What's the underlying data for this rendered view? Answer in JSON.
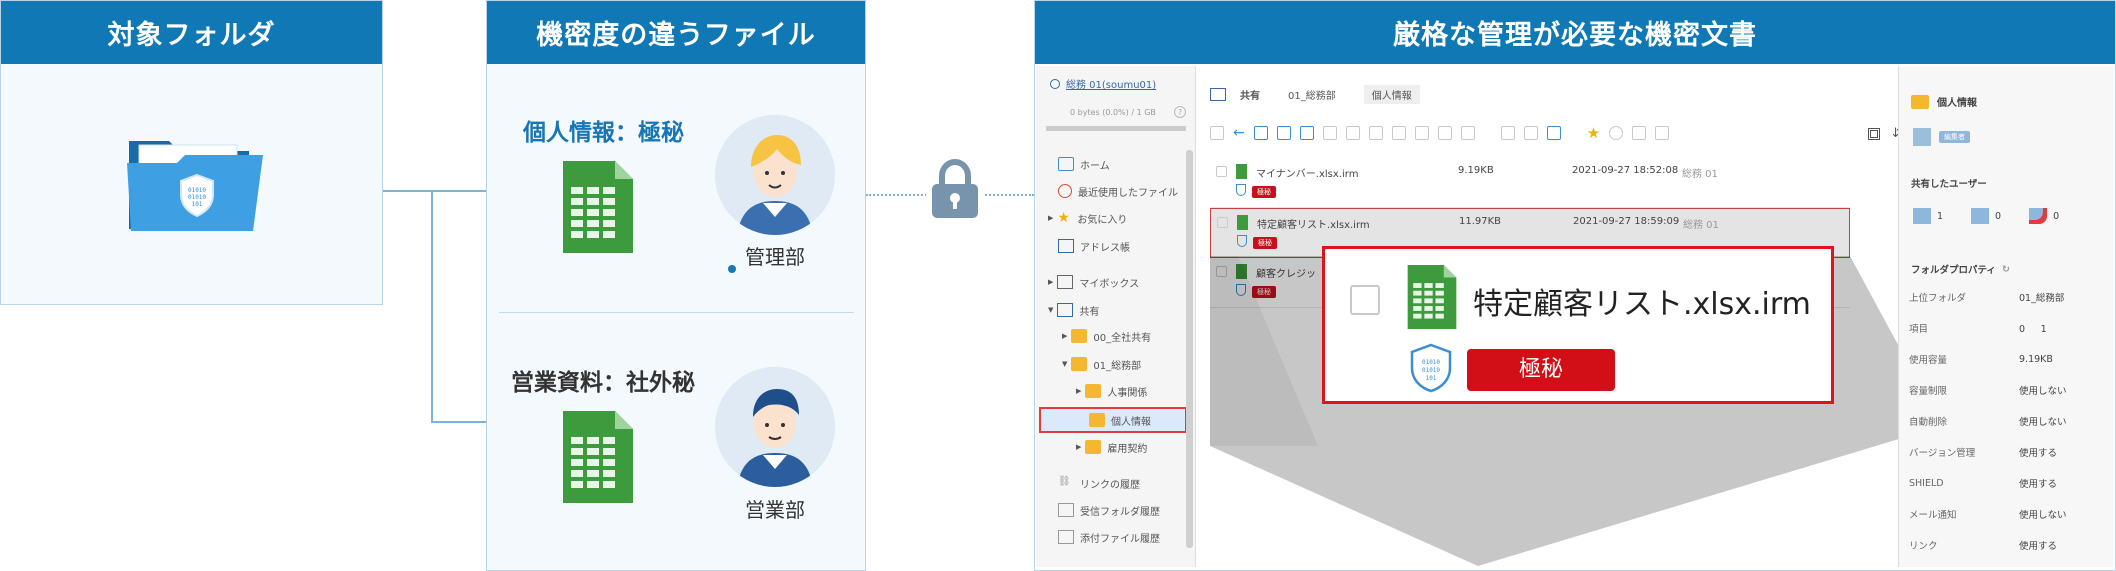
{
  "panels": {
    "target": {
      "title": "対象フォルダ"
    },
    "files": {
      "title": "機密度の違うファイル"
    },
    "managed": {
      "title": "厳格な管理が必要な機密文書"
    }
  },
  "files_panel": {
    "item1": {
      "label": "個人情報：極秘",
      "dept": "管理部"
    },
    "item2": {
      "label": "営業資料：社外秘",
      "dept": "営業部"
    }
  },
  "app": {
    "user": "総務 01(soumu01)",
    "quota": "0 bytes (0.0%) / 1 GB",
    "sidebar": [
      {
        "label": "ホーム"
      },
      {
        "label": "最近使用したファイル"
      },
      {
        "label": "お気に入り"
      },
      {
        "label": "アドレス帳"
      },
      {
        "label": "マイボックス"
      },
      {
        "label": "共有"
      },
      {
        "label": "00_全社共有"
      },
      {
        "label": "01_総務部"
      },
      {
        "label": "人事関係"
      },
      {
        "label": "個人情報"
      },
      {
        "label": "雇用契約"
      },
      {
        "label": "リンクの履歴"
      },
      {
        "label": "受信フォルダ履歴"
      },
      {
        "label": "添付ファイル履歴"
      }
    ],
    "breadcrumb": [
      "共有",
      "01_総務部",
      "個人情報"
    ],
    "files": [
      {
        "name": "マイナンバー.xlsx.irm",
        "size": "9.19KB",
        "date": "2021-09-27 18:52:08",
        "owner": "総務 01",
        "badge": "極秘"
      },
      {
        "name": "特定顧客リスト.xlsx.irm",
        "size": "11.97KB",
        "date": "2021-09-27 18:59:09",
        "owner": "総務 01",
        "badge": "極秘"
      },
      {
        "name": "顧客クレジッ",
        "badge": "極秘"
      }
    ],
    "zoom": {
      "name": "特定顧客リスト.xlsx.irm",
      "badge": "極秘"
    },
    "props": {
      "folder_name": "個人情報",
      "edit_badge": "編集者",
      "shared_title": "共有したユーザー",
      "shared_counts": [
        "1",
        "0",
        "0"
      ],
      "section_title": "フォルダプロパティ",
      "rows": [
        {
          "k": "上位フォルダ",
          "v": "01_総務部"
        },
        {
          "k": "項目",
          "v": "0 　 1"
        },
        {
          "k": "使用容量",
          "v": "9.19KB"
        },
        {
          "k": "容量制限",
          "v": "使用しない"
        },
        {
          "k": "自動削除",
          "v": "使用しない"
        },
        {
          "k": "バージョン管理",
          "v": "使用する"
        },
        {
          "k": "SHIELD",
          "v": "使用する"
        },
        {
          "k": "メール通知",
          "v": "使用しない"
        },
        {
          "k": "リンク",
          "v": "使用する"
        }
      ]
    }
  }
}
